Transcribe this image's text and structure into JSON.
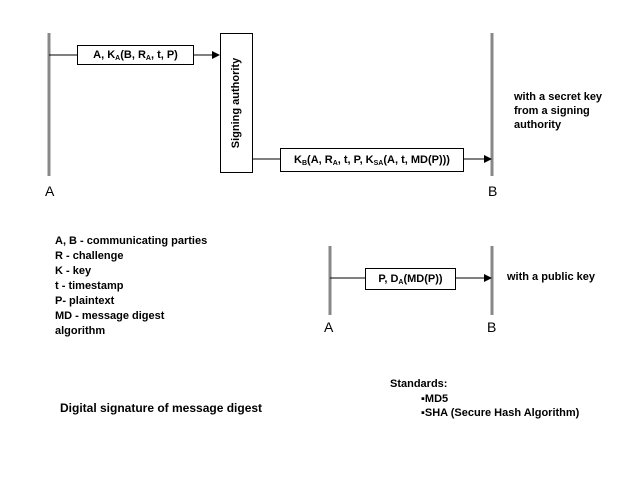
{
  "diagram1": {
    "label_left": "A",
    "label_right": "B",
    "msg1": {
      "main": "A, K",
      "sub1": "A",
      "mid": "(B, R",
      "sub2": "A",
      "tail": ", t, P)"
    },
    "authority": "Signing authority",
    "msg2": {
      "k": "K",
      "k_sub": "B",
      "p1": "(A, R",
      "p1_sub": "A",
      "p2": ", t, P, K",
      "p2_sub": "SA",
      "p3": "(A, t, MD(P)))"
    },
    "note": [
      "with a secret key",
      "from a signing",
      "authority"
    ]
  },
  "legend": [
    "A, B - communicating parties",
    "R - challenge",
    "K - key",
    "t - timestamp",
    "P- plaintext",
    "MD - message digest",
    "algorithm"
  ],
  "diagram2": {
    "label_left": "A",
    "label_right": "B",
    "msg": {
      "main": "P, D",
      "sub": "A",
      "tail": "(MD(P))"
    },
    "note": "with a public key"
  },
  "caption": "Digital signature of message digest",
  "standards": {
    "title": "Standards:",
    "items": [
      "▪MD5",
      "▪SHA (Secure Hash Algorithm)"
    ]
  }
}
